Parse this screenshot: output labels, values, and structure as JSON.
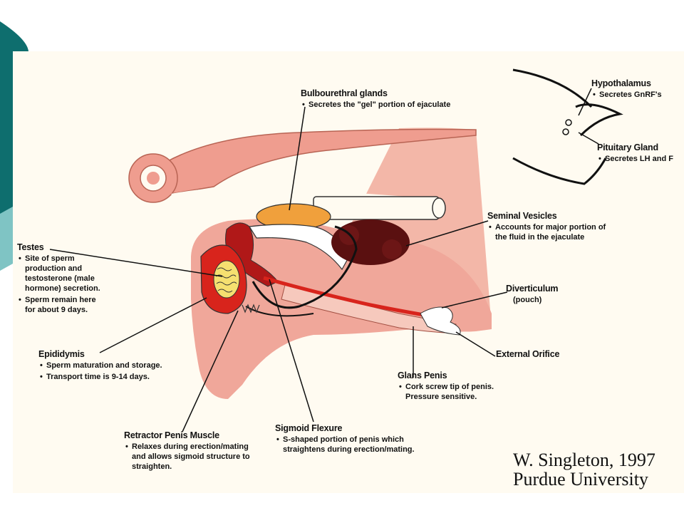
{
  "labels": {
    "bulbourethral": {
      "title": "Bulbourethral glands",
      "bullets": [
        "Secretes the \"gel\" portion of ejaculate"
      ]
    },
    "hypothalamus": {
      "title": "Hypothalamus",
      "bullets": [
        "Secretes GnRF's"
      ]
    },
    "pituitary": {
      "title": "Pituitary Gland",
      "bullets": [
        "Secretes LH and F"
      ]
    },
    "seminal": {
      "title": "Seminal Vesicles",
      "bullets": [
        "Accounts for major portion of\nthe fluid in the ejaculate"
      ]
    },
    "testes": {
      "title": "Testes",
      "bullets": [
        "Site of sperm\nproduction and\ntestosterone (male\nhormone) secretion.",
        "Sperm remain here\nfor about 9 days."
      ]
    },
    "diverticulum": {
      "title": "Diverticulum",
      "sub": "(pouch)"
    },
    "external": {
      "title": "External Orifice"
    },
    "epididymis": {
      "title": "Epididymis",
      "bullets": [
        "Sperm maturation and storage.",
        "Transport time is 9-14 days."
      ]
    },
    "glans": {
      "title": "Glans Penis",
      "bullets": [
        "Cork screw tip of penis.\nPressure sensitive."
      ]
    },
    "sigmoid": {
      "title": "Sigmoid Flexure",
      "bullets": [
        "S-shaped portion of penis which\nstraightens during erection/mating."
      ]
    },
    "retractor": {
      "title": "Retractor Penis Muscle",
      "bullets": [
        "Relaxes during erection/mating\nand allows sigmoid structure to\nstraighten."
      ]
    }
  },
  "credit": {
    "line1": "W. Singleton, 1997",
    "line2": "Purdue University"
  },
  "colors": {
    "tissue": "#f0a79a",
    "tissue_dark": "#c9604f",
    "red": "#d8241c",
    "gland": "#f0a03c",
    "vesicle": "#5a1010",
    "testis": "#f5e070",
    "teal": "#0e6e6e",
    "teal_light": "#7fc4c4"
  }
}
